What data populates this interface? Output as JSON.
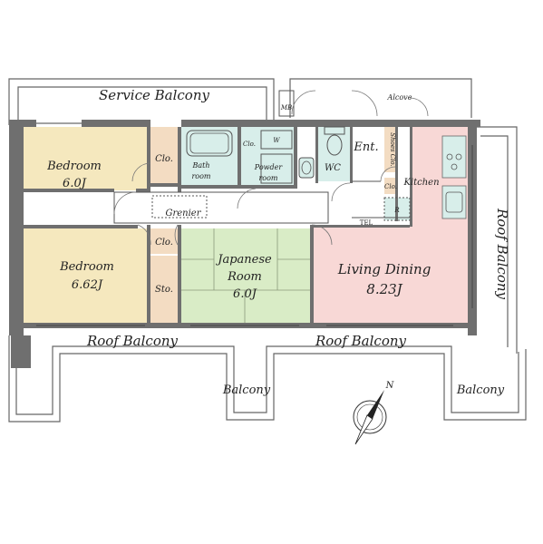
{
  "labels": {
    "service_balcony": "Service Balcony",
    "mb": "MB",
    "alcove": "Alcove",
    "bedroom1_name": "Bedroom",
    "bedroom1_size": "6.0J",
    "closet1": "Clo.",
    "bath_room_line1": "Bath",
    "bath_room_line2": "room",
    "clo_small": "Clo.",
    "washer": "W",
    "powder_room_line1": "Powder",
    "powder_room_line2": "room",
    "wc": "WC",
    "entrance": "Ent.",
    "shoes_closet": "Shoes Clo.",
    "clo_kitchen": "Clo.",
    "kitchen": "Kitchen",
    "refrigerator": "R",
    "tel": "TEL",
    "grenier": "Grenier",
    "bedroom2_name": "Bedroom",
    "bedroom2_size": "6.62J",
    "closet2": "Clo.",
    "storage": "Sto.",
    "japanese_room_line1": "Japanese",
    "japanese_room_line2": "Room",
    "japanese_room_size": "6.0J",
    "living_dining_name": "Living Dining",
    "living_dining_size": "8.23J",
    "roof_balcony_left": "Roof Balcony",
    "roof_balcony_center": "Roof Balcony",
    "roof_balcony_right": "Roof Balcony",
    "balcony_left": "Balcony",
    "balcony_right": "Balcony",
    "north": "N"
  },
  "colors": {
    "bedroom": "#f5e8be",
    "closet": "#f3dcc2",
    "japanese_room": "#d9ecc6",
    "living_dining": "#f8d8d6",
    "wet_area": "#d8eeea",
    "wall": "#6f6f6f",
    "line": "#555555"
  },
  "icons": {
    "compass": "compass-rose-icon",
    "bathtub": "bathtub-icon",
    "toilet": "toilet-icon",
    "sink": "sink-icon",
    "stove": "stove-icon"
  }
}
